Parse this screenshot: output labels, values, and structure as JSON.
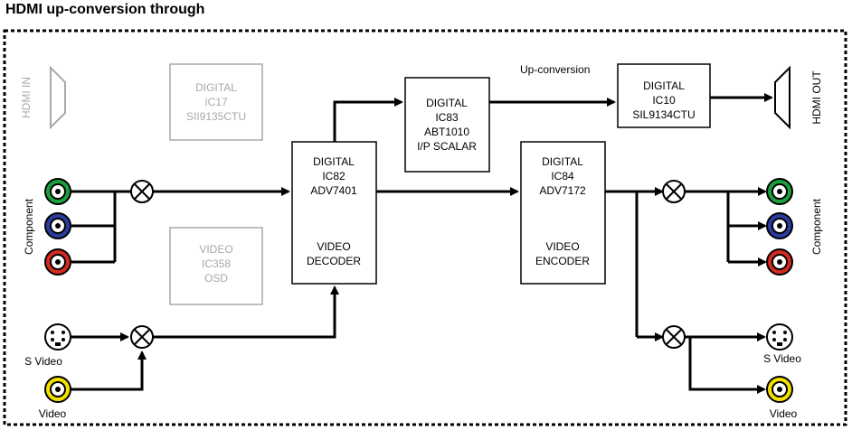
{
  "title": "HDMI up-conversion through",
  "blocks": {
    "ic17": [
      "DIGITAL",
      "IC17",
      "SII9135CTU"
    ],
    "ic358": [
      "VIDEO",
      "IC358",
      "OSD"
    ],
    "ic82": [
      "DIGITAL",
      "IC82",
      "ADV7401"
    ],
    "ic82_function": [
      "VIDEO",
      "DECODER"
    ],
    "ic83": [
      "DIGITAL",
      "IC83",
      "ABT1010",
      "I/P SCALAR"
    ],
    "ic84": [
      "DIGITAL",
      "IC84",
      "ADV7172"
    ],
    "ic84_function": [
      "VIDEO",
      "ENCODER"
    ],
    "ic10": [
      "DIGITAL",
      "IC10",
      "SIL9134CTU"
    ]
  },
  "labels": {
    "up_conversion": "Up-conversion",
    "hdmi_in": "HDMI IN",
    "hdmi_out": "HDMI OUT",
    "component_in": "Component",
    "component_out": "Component",
    "s_video_in": "S Video",
    "video_in": "Video",
    "s_video_out": "S Video",
    "video_out": "Video"
  },
  "colors": {
    "green_jack": "#1aa03c",
    "blue_jack": "#2a3ca0",
    "red_jack": "#d42a20",
    "yellow_jack": "#f5e000",
    "inactive": "#a8a8a8",
    "line": "#000000"
  }
}
